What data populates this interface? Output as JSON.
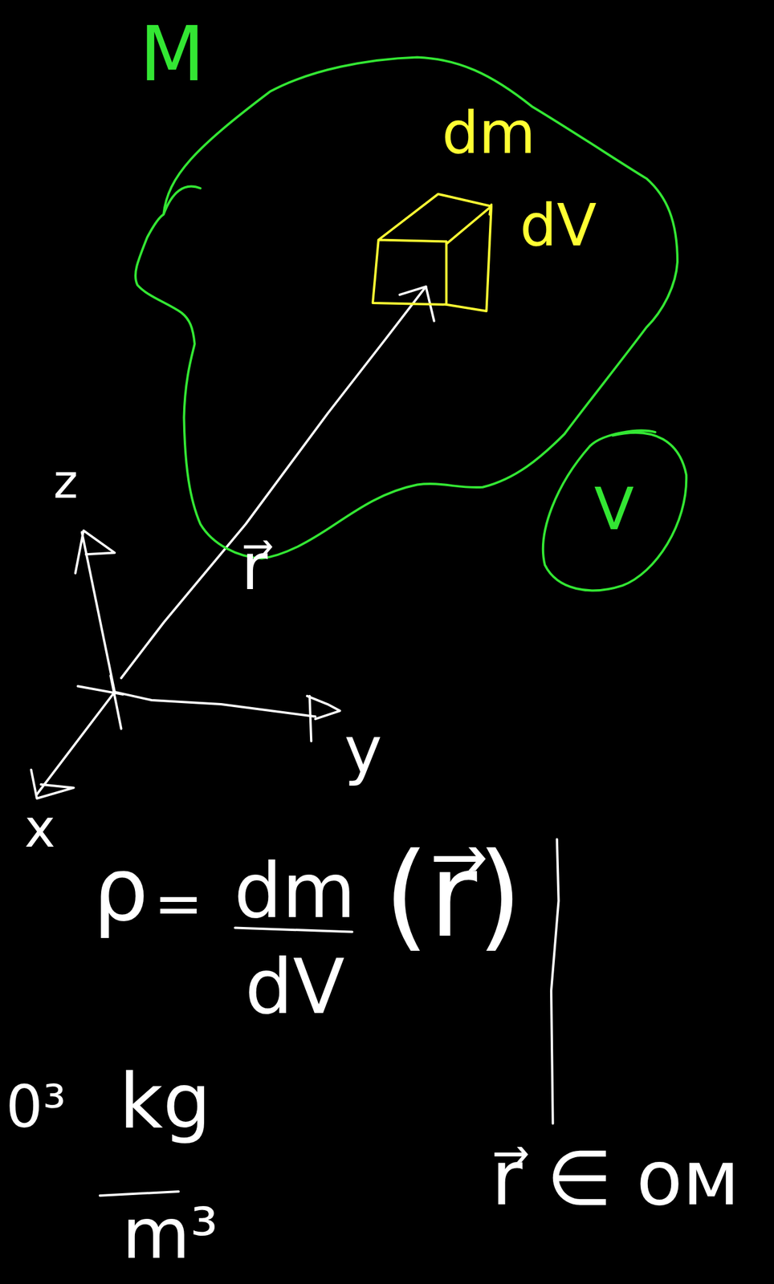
{
  "diagram": {
    "nodes": [
      {
        "text": [
          "M"
        ]
      },
      {
        "text": [
          "dm",
          "dV"
        ],
        "in": 0
      },
      {
        "text": [
          "V"
        ]
      }
    ],
    "labels": [
      "z",
      "y",
      "x",
      "r⃗",
      "ρ",
      "=",
      "dm",
      "dV",
      "(r⃗)",
      "0³",
      "kg",
      "m³",
      "r⃗ ∈ ом"
    ]
  }
}
